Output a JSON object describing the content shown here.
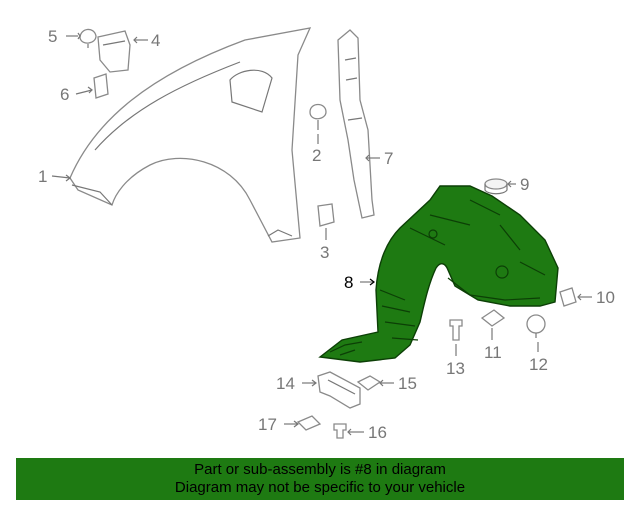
{
  "diagram": {
    "highlight_color": "#1e7a12",
    "callouts": {
      "c1": "1",
      "c2": "2",
      "c3": "3",
      "c4": "4",
      "c5": "5",
      "c6": "6",
      "c7": "7",
      "c8": "8",
      "c9": "9",
      "c10": "10",
      "c11": "11",
      "c12": "12",
      "c13": "13",
      "c14": "14",
      "c15": "15",
      "c16": "16",
      "c17": "17"
    }
  },
  "banner": {
    "line1": "Part or sub-assembly is #8 in diagram",
    "line2": "Diagram may not be specific to your vehicle",
    "color": "#1e7a12"
  }
}
